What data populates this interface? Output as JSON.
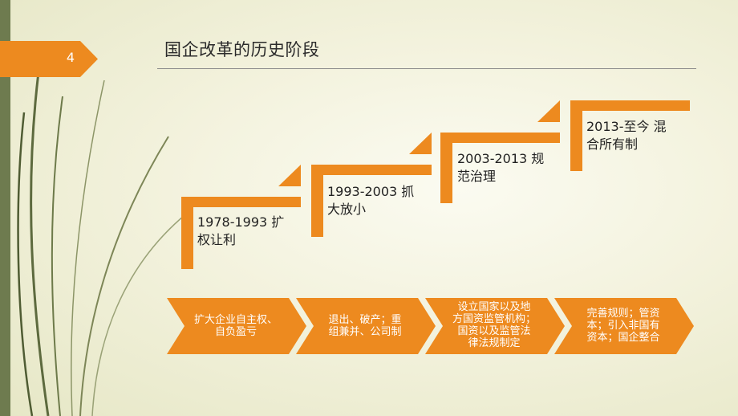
{
  "page_number": "4",
  "title": "国企改革的历史阶段",
  "stages": [
    {
      "label_line1": "1978-1993 扩",
      "label_line2": "权让利"
    },
    {
      "label_line1": "1993-2003 抓",
      "label_line2": "大放小"
    },
    {
      "label_line1": "2003-2013 规",
      "label_line2": "范治理"
    },
    {
      "label_line1": "2013-至今 混",
      "label_line2": "合所有制"
    }
  ],
  "measures": [
    {
      "lines": [
        "扩大企业自主权、",
        "自负盈亏"
      ]
    },
    {
      "lines": [
        "退出、破产；重",
        "组兼并、公司制"
      ]
    },
    {
      "lines": [
        "设立国家以及地",
        "方国资监管机构；",
        "国资以及监管法",
        "律法规制定"
      ]
    },
    {
      "lines": [
        "完善规则；管资",
        "本；引入非国有",
        "资本；国企整合"
      ]
    }
  ],
  "colors": {
    "accent": "#ed8a1f",
    "sidebar": "#6e7b4f"
  }
}
